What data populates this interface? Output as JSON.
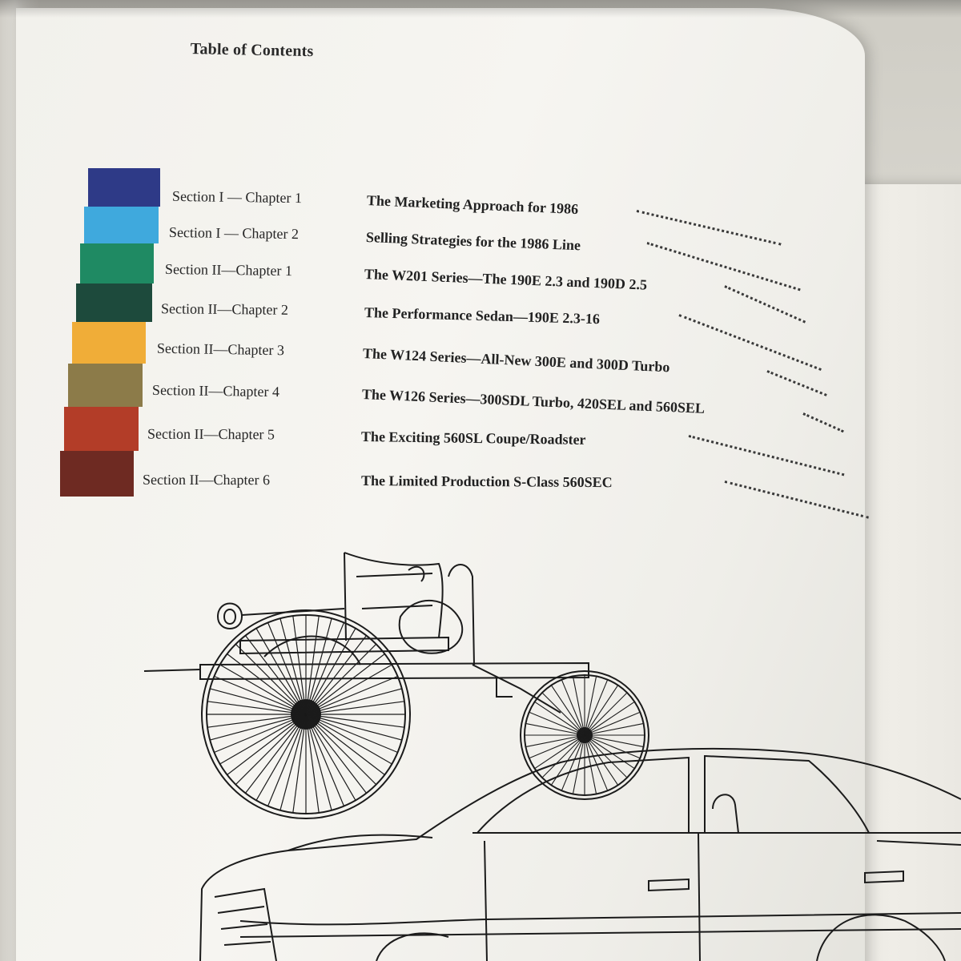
{
  "page": {
    "title": "Table of Contents"
  },
  "toc": {
    "entries": [
      {
        "section": "Section I — Chapter 1",
        "title": "The Marketing Approach for 1986",
        "color": "#2e3a87"
      },
      {
        "section": "Section I — Chapter 2",
        "title": "Selling Strategies for the 1986 Line",
        "color": "#3fa9dd"
      },
      {
        "section": "Section II—Chapter 1",
        "title": "The W201 Series—The 190E 2.3 and 190D 2.5",
        "color": "#1f8a63"
      },
      {
        "section": "Section II—Chapter 2",
        "title": "The Performance Sedan—190E 2.3-16",
        "color": "#1d4a3c"
      },
      {
        "section": "Section II—Chapter 3",
        "title": "The W124 Series—All-New 300E and 300D Turbo",
        "color": "#f0ad38"
      },
      {
        "section": "Section II—Chapter 4",
        "title": "The W126 Series—300SDL Turbo, 420SEL and 560SEL",
        "color": "#8c7b49"
      },
      {
        "section": "Section II—Chapter 5",
        "title": "The Exciting 560SL Coupe/Roadster",
        "color": "#b33d28"
      },
      {
        "section": "Section II—Chapter 6",
        "title": "The Limited Production S-Class 560SEC",
        "color": "#6e2a22"
      }
    ]
  },
  "illustration": {
    "subject": "line drawing of an early motor carriage above a modern sedan"
  }
}
